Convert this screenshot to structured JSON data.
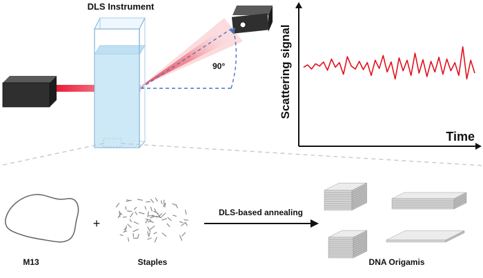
{
  "labels": {
    "instrument": "DLS Instrument",
    "angle": "90°",
    "ylabel": "Scattering signal",
    "xlabel": "Time",
    "m13": "M13",
    "plus": "+",
    "staples": "Staples",
    "arrow": "DLS-based annealing",
    "origamis": "DNA Origamis"
  },
  "colors": {
    "laser": "#e8102a",
    "signal": "#e0101c",
    "liquid": "#cde9f7",
    "cuvette_edge": "#7fb3d9",
    "dashed_beam": "#4a72c4",
    "device": "#2b2b2b",
    "sheet": "#e4e4e4"
  },
  "icons": [
    "laser-source-icon",
    "detector-icon",
    "cuvette-icon",
    "m13-loop-icon",
    "staples-icon",
    "origami-stack-icon"
  ],
  "chart_data": {
    "type": "line",
    "title": "",
    "xlabel": "Time",
    "ylabel": "Scattering signal",
    "grid": false,
    "legend": "none",
    "series": [
      {
        "values": [
          0.5,
          0.54,
          0.47,
          0.56,
          0.52,
          0.59,
          0.45,
          0.64,
          0.5,
          0.58,
          0.38,
          0.68,
          0.52,
          0.47,
          0.6,
          0.46,
          0.58,
          0.36,
          0.62,
          0.48,
          0.7,
          0.42,
          0.59,
          0.3,
          0.66,
          0.44,
          0.62,
          0.36,
          0.74,
          0.4,
          0.63,
          0.34,
          0.6,
          0.42,
          0.67,
          0.38,
          0.64,
          0.44,
          0.58,
          0.36,
          0.85,
          0.3,
          0.62,
          0.4
        ]
      }
    ]
  }
}
